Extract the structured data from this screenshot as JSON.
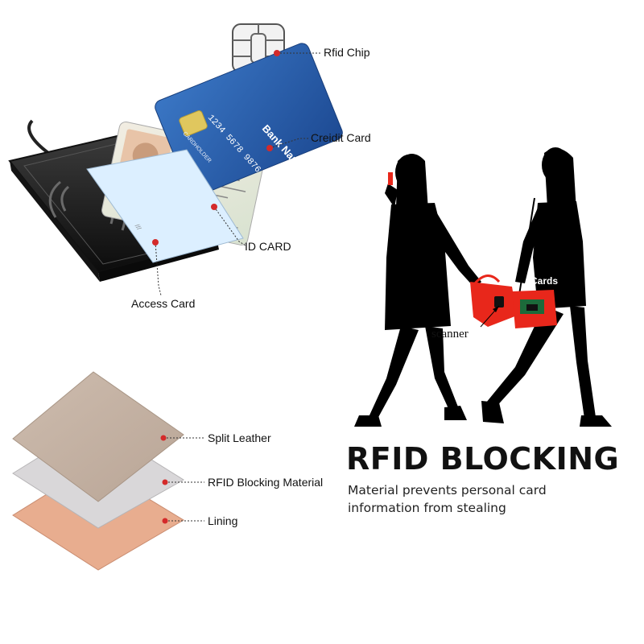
{
  "labels": {
    "chip": "Rfid Chip",
    "credit_card": "Creidit Card",
    "id_card": "ID CARD",
    "access_card": "Access Card",
    "split_leather": "Split Leather",
    "blocking_material": "RFID Blocking Material",
    "lining": "Lining",
    "scanner": "scanner",
    "cards": "Cards"
  },
  "card_text": {
    "bank_name": "Bank Name",
    "card_number": "1234 5678 9876 5432",
    "cardholder": "CARDHOLDER"
  },
  "headline": {
    "title": "RFID BLOCKING",
    "subtitle_line1": "Material prevents personal card",
    "subtitle_line2": "information from stealing"
  },
  "colors": {
    "chip_gold": "#e9e9e9",
    "credit_card_blue": "#2c5fae",
    "access_card": "#dcefff",
    "leather": "#c4b2a4",
    "blocking": "#d9d7d9",
    "lining": "#e8ad8f",
    "bag_red": "#e8271b",
    "pointer_dot": "#d42a2a",
    "silhouette": "#000000"
  }
}
